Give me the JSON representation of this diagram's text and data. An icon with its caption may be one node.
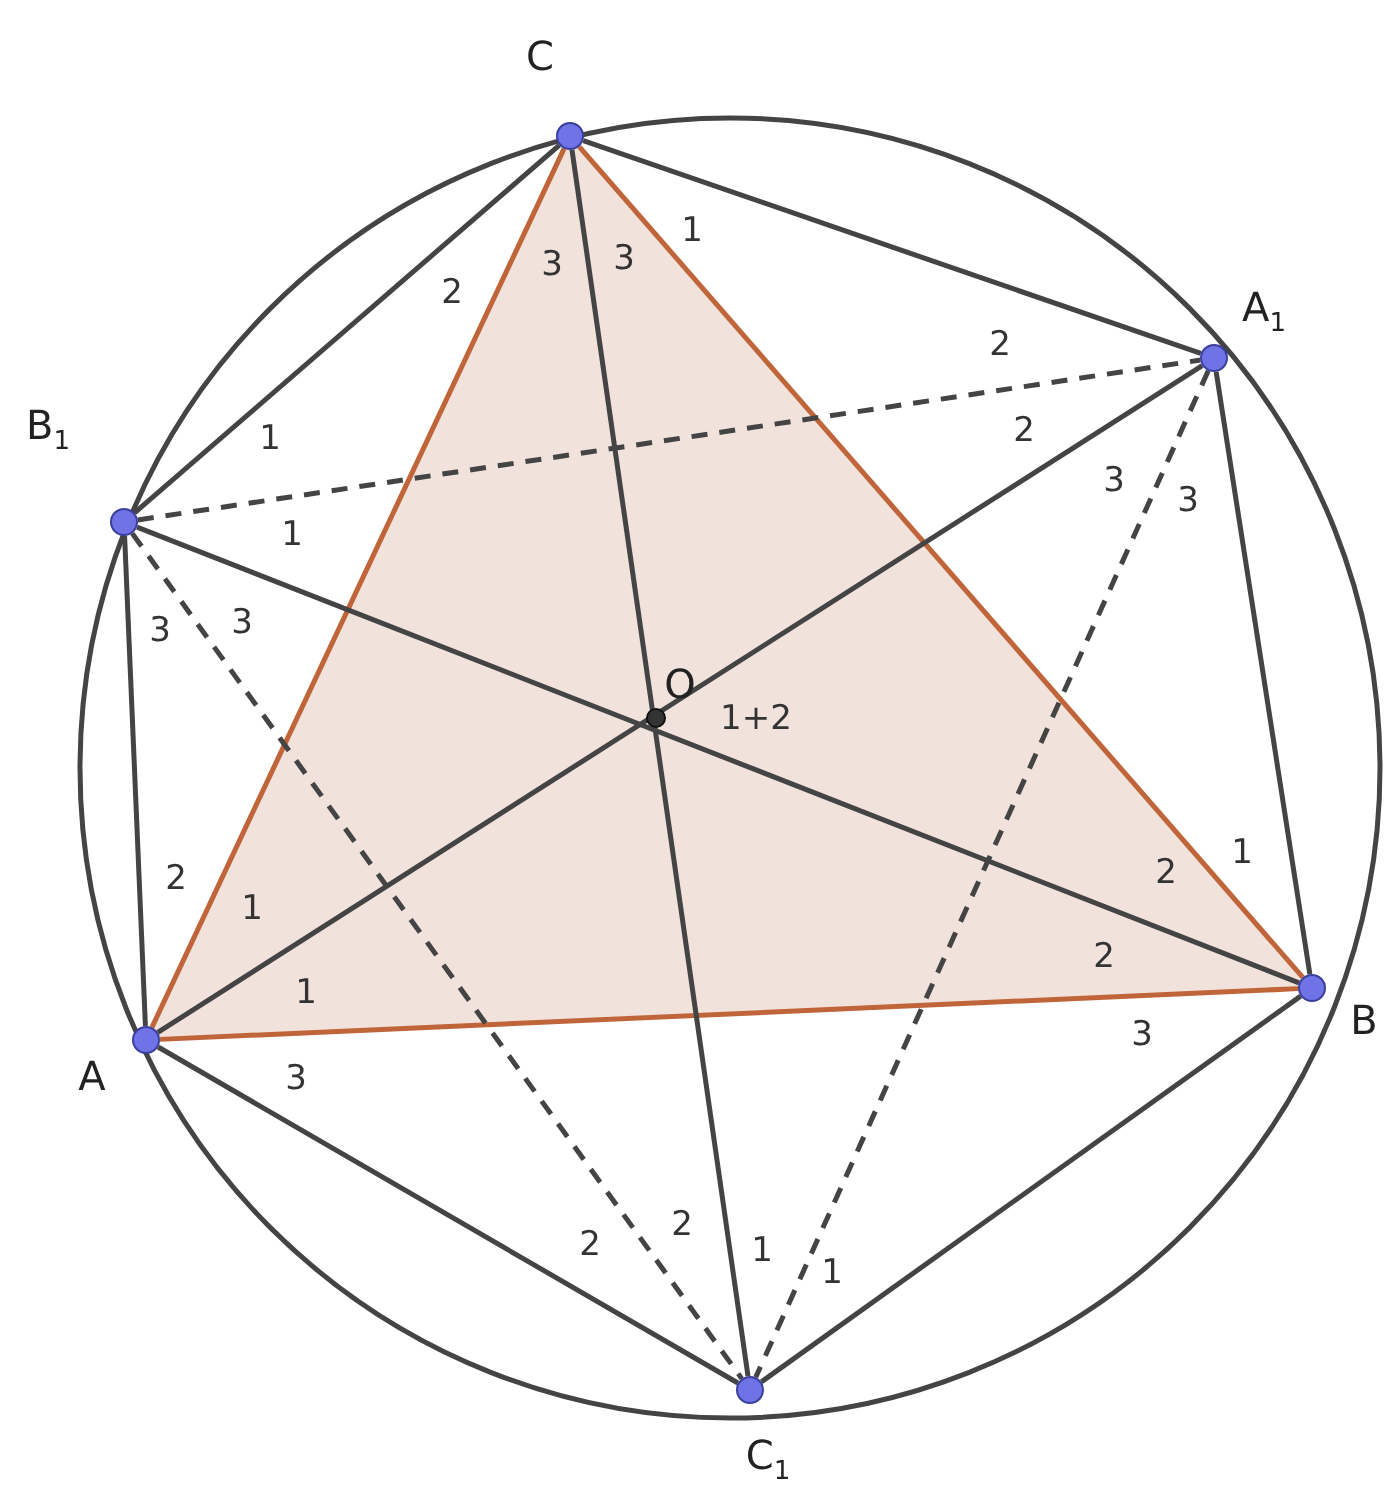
{
  "diagram": {
    "nodes": [
      {
        "text": [],
        "shape": "circle",
        "beside": [
          "C"
        ]
      },
      {
        "text": [],
        "shape": "circle",
        "beside": [
          "A$_{1}$"
        ]
      },
      {
        "text": [],
        "shape": "circle",
        "beside": [
          "B$_{1}$"
        ]
      },
      {
        "text": [],
        "shape": "circle",
        "beside": [
          "O"
        ]
      },
      {
        "text": [],
        "shape": "circle",
        "beside": [
          "A"
        ]
      },
      {
        "text": [],
        "shape": "circle",
        "beside": [
          "B"
        ]
      },
      {
        "text": [],
        "shape": "circle",
        "beside": [
          "C$_{1}$"
        ]
      }
    ],
    "edges": [
      {
        "from": 4,
        "to": 5,
        "arrow": "none",
        "color": "#c0643a"
      },
      {
        "from": 5,
        "to": 0,
        "arrow": "none",
        "color": "#c0643a"
      },
      {
        "from": 0,
        "to": 4,
        "arrow": "none",
        "color": "#c0643a"
      },
      {
        "from": 0,
        "to": 1,
        "arrow": "none"
      },
      {
        "from": 1,
        "to": 5,
        "arrow": "none"
      },
      {
        "from": 5,
        "to": 6,
        "arrow": "none"
      },
      {
        "from": 6,
        "to": 4,
        "arrow": "none"
      },
      {
        "from": 4,
        "to": 2,
        "arrow": "none"
      },
      {
        "from": 2,
        "to": 0,
        "arrow": "none"
      },
      {
        "from": 0,
        "to": 6,
        "arrow": "none"
      },
      {
        "from": 4,
        "to": 1,
        "arrow": "none"
      },
      {
        "from": 2,
        "to": 5,
        "arrow": "none"
      },
      {
        "from": 2,
        "to": 1,
        "arrow": "none",
        "style": "dashed"
      },
      {
        "from": 2,
        "to": 6,
        "arrow": "none",
        "style": "dashed"
      },
      {
        "from": 1,
        "to": 6,
        "arrow": "none",
        "style": "dashed"
      }
    ],
    "labels": [
      "1",
      "3",
      "3",
      "2",
      "2",
      "1",
      "2",
      "3",
      "3",
      "1",
      "3",
      "3",
      "1+2",
      "2",
      "1",
      "1",
      "2",
      "1",
      "2",
      "3",
      "3",
      "2",
      "2",
      "1",
      "1"
    ]
  }
}
